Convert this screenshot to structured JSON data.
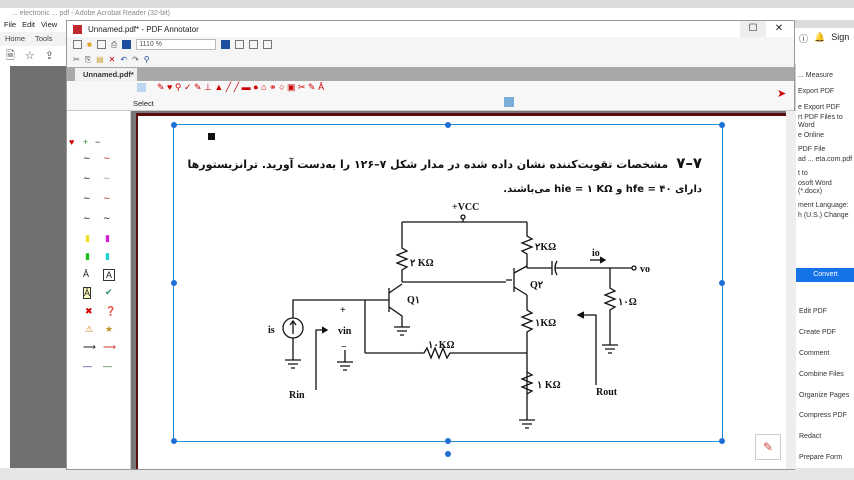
{
  "acrobat": {
    "title": "... electronic ... pdf - Adobe Acrobat Reader (32-bit)",
    "menu": [
      "File",
      "Edit",
      "View"
    ],
    "tabs": [
      "Home",
      "Tools"
    ],
    "sign": "Sign",
    "panel_items": [
      "Export PDF",
      "e Export PDF",
      "rt PDF Files to Word",
      "e Online",
      "PDF File",
      "ad ... eta.com.pdf",
      "t to",
      "osoft Word (*.docx)",
      "ment Language:",
      "h (U.S.) Change"
    ],
    "measure": "... Measure",
    "convert": "Convert",
    "tools": [
      "Edit PDF",
      "Create PDF",
      "Comment",
      "Combine Files",
      "Organize Pages",
      "Compress PDF",
      "Redact",
      "Prepare Form"
    ]
  },
  "annotator": {
    "title": "Unnamed.pdf* - PDF Annotator",
    "zoom": "1110 %",
    "tab": "Unnamed.pdf*",
    "select_label": "Select"
  },
  "document": {
    "problem_number": "۷–۷",
    "line1": "مشخصات تقویت‌کننده نشان داده شده در مدار شکل ۷–۱۲۶ را به‌دست آورید. ترانزیستورها",
    "line2": "دارای h‌fe = ۴۰ و h‌ie = ۱ KΩ می‌باشند.",
    "circuit": {
      "vcc": "+VCC",
      "r1": "۲ KΩ",
      "r2": "۲KΩ",
      "r3": "۱KΩ",
      "r4": "۱ KΩ",
      "rf": "۱۰KΩ",
      "rl": "۱۰Ω",
      "q1": "Q۱",
      "q2": "Q۲",
      "io": "io",
      "vo": "vo",
      "is": "is",
      "vin": "vin",
      "plus": "+",
      "minus": "−",
      "rin": "Rin",
      "rout": "Rout"
    }
  },
  "colors": {
    "selection": "#1e8fd6",
    "convert": "#1473e6",
    "page_border": "#5a1010"
  }
}
